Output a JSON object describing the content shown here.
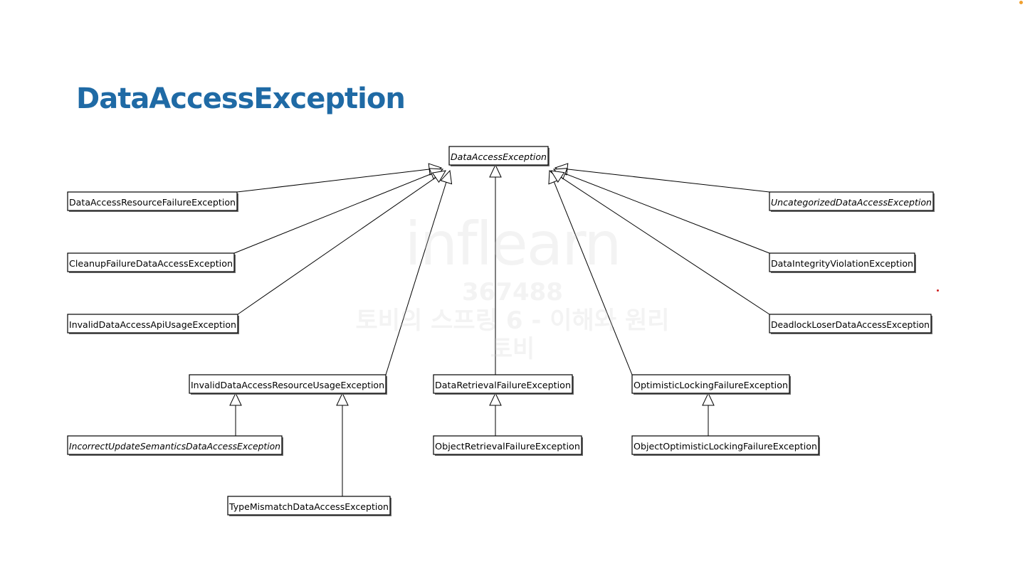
{
  "title": "DataAccessException",
  "watermark": {
    "brand": "inflearn",
    "id": "367488",
    "course": "토비의 스프링 6 - 이해와 원리",
    "author": "토비"
  },
  "colors": {
    "title": "#1f6aa5",
    "box_fill": "#ffffff",
    "box_stroke": "#000000",
    "corner_dot": "#f0a030",
    "red_dot": "#d02020"
  },
  "diagram": {
    "nodes": [
      {
        "id": "root",
        "label": "DataAccessException",
        "italic": true
      },
      {
        "id": "resource-failure",
        "label": "DataAccessResourceFailureException",
        "italic": false
      },
      {
        "id": "cleanup-failure",
        "label": "CleanupFailureDataAccessException",
        "italic": false
      },
      {
        "id": "invalid-api-usage",
        "label": "InvalidDataAccessApiUsageException",
        "italic": false
      },
      {
        "id": "invalid-resource-usage",
        "label": "InvalidDataAccessResourceUsageException",
        "italic": false
      },
      {
        "id": "incorrect-update",
        "label": "IncorrectUpdateSemanticsDataAccessException",
        "italic": true
      },
      {
        "id": "type-mismatch",
        "label": "TypeMismatchDataAccessException",
        "italic": false
      },
      {
        "id": "retrieval-failure",
        "label": "DataRetrievalFailureException",
        "italic": false
      },
      {
        "id": "object-retrieval",
        "label": "ObjectRetrievalFailureException",
        "italic": false
      },
      {
        "id": "optimistic-locking",
        "label": "OptimisticLockingFailureException",
        "italic": false
      },
      {
        "id": "object-optimistic",
        "label": "ObjectOptimisticLockingFailureException",
        "italic": false
      },
      {
        "id": "uncategorized",
        "label": "UncategorizedDataAccessException",
        "italic": true
      },
      {
        "id": "integrity-violation",
        "label": "DataIntegrityViolationException",
        "italic": false
      },
      {
        "id": "deadlock-loser",
        "label": "DeadlockLoserDataAccessException",
        "italic": false
      }
    ],
    "edges": [
      {
        "from": "resource-failure",
        "to": "root"
      },
      {
        "from": "cleanup-failure",
        "to": "root"
      },
      {
        "from": "invalid-api-usage",
        "to": "root"
      },
      {
        "from": "invalid-resource-usage",
        "to": "root"
      },
      {
        "from": "retrieval-failure",
        "to": "root"
      },
      {
        "from": "optimistic-locking",
        "to": "root"
      },
      {
        "from": "uncategorized",
        "to": "root"
      },
      {
        "from": "integrity-violation",
        "to": "root"
      },
      {
        "from": "deadlock-loser",
        "to": "root"
      },
      {
        "from": "incorrect-update",
        "to": "invalid-resource-usage"
      },
      {
        "from": "type-mismatch",
        "to": "invalid-resource-usage"
      },
      {
        "from": "object-retrieval",
        "to": "retrieval-failure"
      },
      {
        "from": "object-optimistic",
        "to": "optimistic-locking"
      }
    ]
  }
}
